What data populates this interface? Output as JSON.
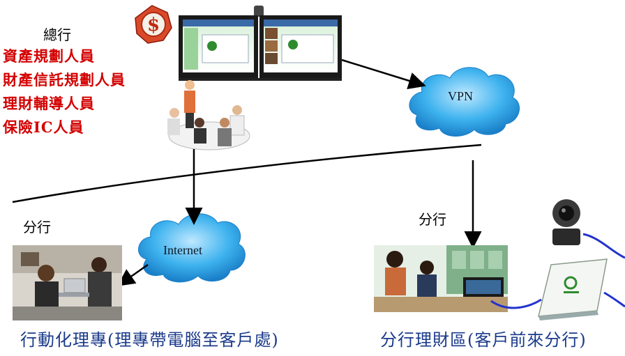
{
  "headquarters": {
    "title": "總行",
    "roles": [
      "資產規劃人員",
      "財產信託規劃人員",
      "理財輔導人員",
      "保險IC人員"
    ]
  },
  "clouds": {
    "vpn": "VPN",
    "internet": "Internet"
  },
  "branches": {
    "left_label": "分行",
    "right_label": "分行",
    "left_caption": "行動化理專(理專帶電腦至客戶處)",
    "right_caption": "分行理財區(客戶前來分行)"
  },
  "colors": {
    "roles_text": "#d40000",
    "caption_text": "#1a3a8a",
    "cloud_fill": "#2aa4e6",
    "cable": "#2233cc"
  },
  "icons": [
    "dollar-badge-icon",
    "dual-monitor-icon",
    "meeting-people-icon",
    "mobile-consultant-photo",
    "branch-office-photo",
    "ptz-camera-icon",
    "video-device-icon"
  ]
}
